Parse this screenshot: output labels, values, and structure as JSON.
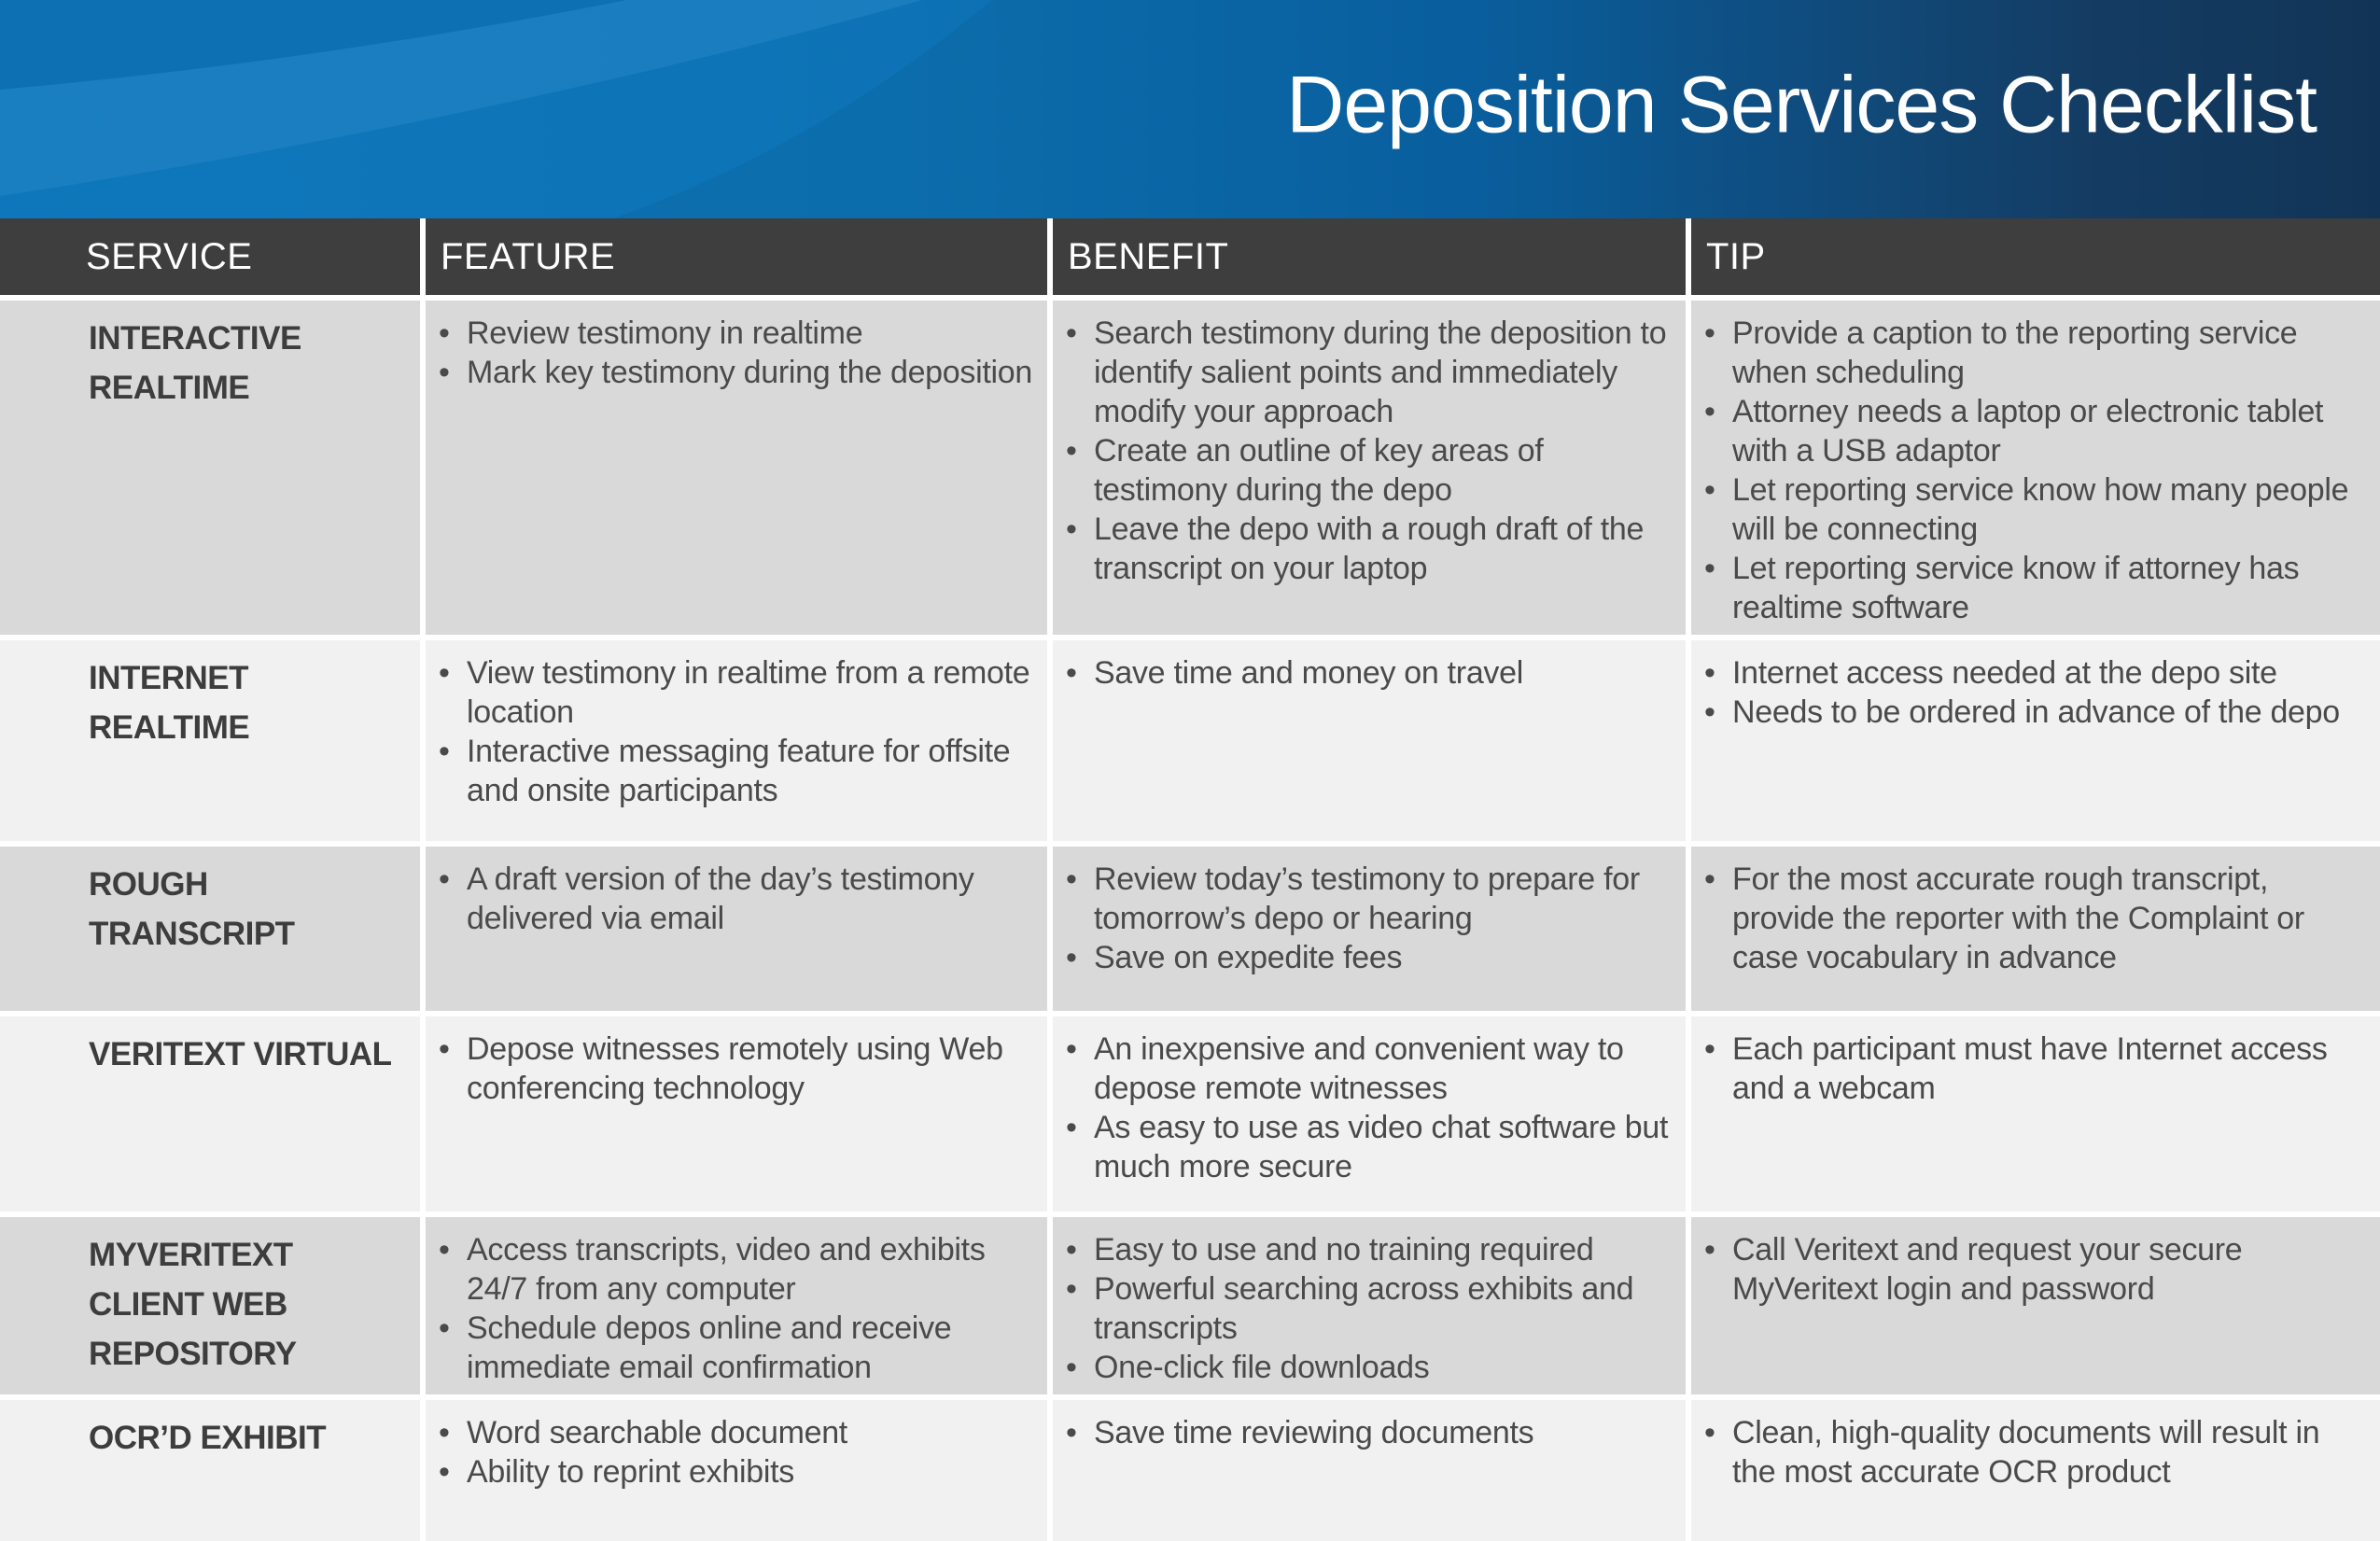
{
  "title": "Deposition Services Checklist",
  "colors": {
    "banner_blue": "#0d76ba",
    "banner_navy": "#12375b",
    "header_bar": "#3e3e3e",
    "row_gray": "#d9d9d9",
    "row_light": "#f1f1f1",
    "body_text": "#4a4a4a"
  },
  "table": {
    "columns": [
      "SERVICE",
      "FEATURE",
      "BENEFIT",
      "TIP"
    ],
    "rows": [
      {
        "service": "INTERACTIVE\nREALTIME",
        "feature": [
          "Review testimony in realtime",
          "Mark key testimony during the deposition"
        ],
        "benefit": [
          "Search testimony during the deposition to identify salient points and immediately modify your approach",
          "Create an outline of key areas of testimony during the depo",
          "Leave the depo with a rough draft of the transcript on your laptop"
        ],
        "tip": [
          "Provide a caption to the reporting service when scheduling",
          "Attorney needs a laptop or electronic tablet with a USB adaptor",
          "Let reporting service know how many people will be connecting",
          "Let reporting service know if attorney has realtime software"
        ]
      },
      {
        "service": "INTERNET\nREALTIME",
        "feature": [
          "View testimony in realtime from a remote location",
          "Interactive messaging feature for offsite and onsite participants"
        ],
        "benefit": [
          "Save time and money on travel"
        ],
        "tip": [
          "Internet access needed at the depo site",
          "Needs to be ordered in advance of the depo"
        ]
      },
      {
        "service": "ROUGH\nTRANSCRIPT",
        "feature": [
          "A draft version of the day’s testimony delivered via email"
        ],
        "benefit": [
          "Review today’s testimony to prepare for tomorrow’s depo or hearing",
          "Save on expedite fees"
        ],
        "tip": [
          "For the most accurate rough transcript, provide the reporter with the Complaint or case vocabulary in advance"
        ]
      },
      {
        "service": "VERITEXT VIRTUAL",
        "feature": [
          "Depose witnesses remotely using Web conferencing technology"
        ],
        "benefit": [
          "An inexpensive and convenient way to depose remote witnesses",
          "As easy to use as video chat software but much more secure"
        ],
        "tip": [
          "Each participant must have Internet access and a webcam"
        ]
      },
      {
        "service": "MYVERITEXT\nCLIENT WEB\nREPOSITORY",
        "feature": [
          "Access transcripts, video and exhibits 24/7 from any computer",
          "Schedule depos online and receive immediate email confirmation"
        ],
        "benefit": [
          "Easy to use and no training required",
          "Powerful searching across exhibits and transcripts",
          "One-click file downloads"
        ],
        "tip": [
          "Call Veritext and request your secure MyVeritext login and password"
        ]
      },
      {
        "service": "OCR’D EXHIBIT",
        "feature": [
          "Word searchable document",
          "Ability to reprint exhibits"
        ],
        "benefit": [
          "Save time reviewing documents"
        ],
        "tip": [
          "Clean, high-quality documents will result in the most accurate OCR product"
        ]
      }
    ]
  }
}
